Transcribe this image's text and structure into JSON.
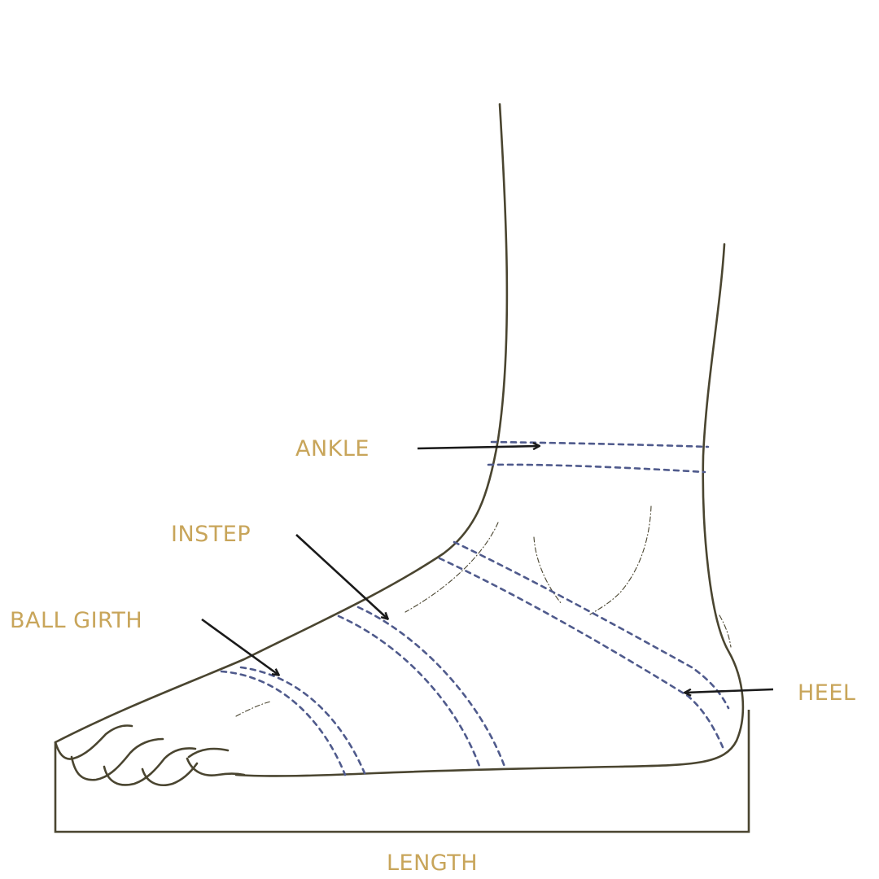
{
  "labels": {
    "ankle": "ANKLE",
    "instep": "INSTEP",
    "ball_girth": "BALL GIRTH",
    "heel": "HEEL",
    "length": "LENGTH"
  },
  "colors": {
    "label": "#c8a55a",
    "outline": "#4a4530",
    "measure_line": "#4f5a8c",
    "arrow": "#1a1a1a",
    "background": "#ffffff"
  }
}
